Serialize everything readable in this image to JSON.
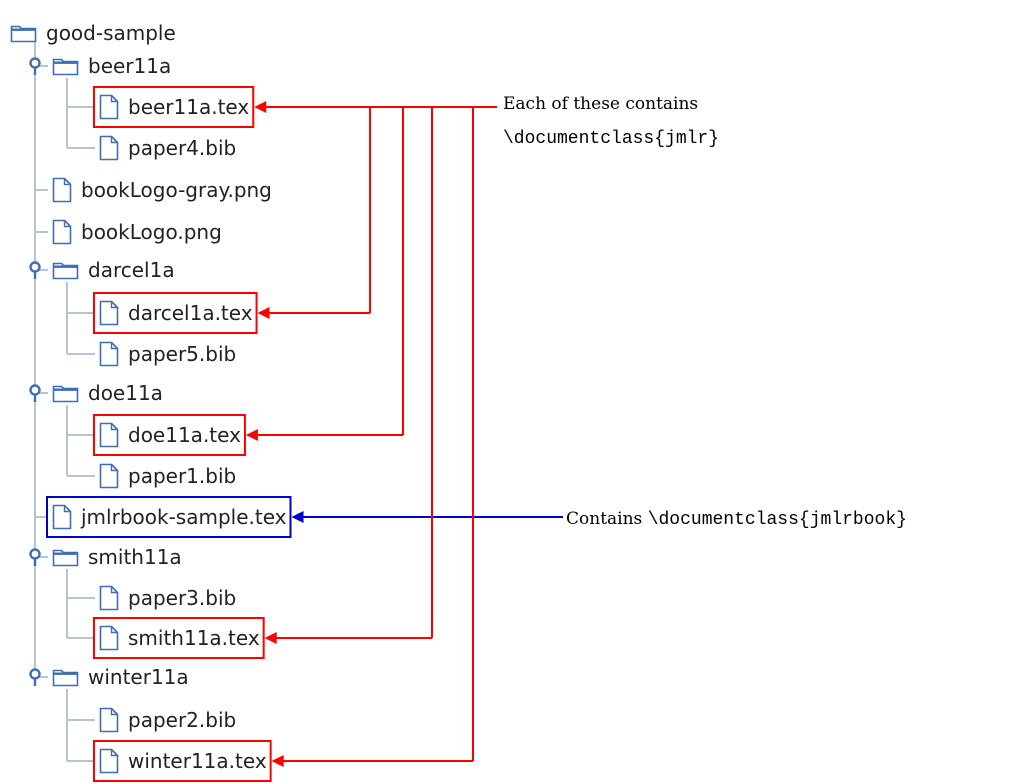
{
  "colors": {
    "tree_line": "#b7c4d4",
    "icon_stroke": "#3f6fb0",
    "highlight_red": "#ff0000",
    "highlight_blue": "#0000cc"
  },
  "tree": {
    "root": {
      "label": "good-sample",
      "icon": "folder-icon"
    },
    "items": [
      {
        "id": "beer11a",
        "label": "beer11a",
        "icon": "folder-icon",
        "expand": "expand-toggle-icon"
      },
      {
        "id": "beer11a-tex",
        "label": "beer11a.tex",
        "icon": "file-icon",
        "highlight": "red"
      },
      {
        "id": "paper4-bib",
        "label": "paper4.bib",
        "icon": "file-icon"
      },
      {
        "id": "booklogo-gray-png",
        "label": "bookLogo-gray.png",
        "icon": "file-icon"
      },
      {
        "id": "booklogo-png",
        "label": "bookLogo.png",
        "icon": "file-icon"
      },
      {
        "id": "darcel1a",
        "label": "darcel1a",
        "icon": "folder-icon",
        "expand": "expand-toggle-icon"
      },
      {
        "id": "darcel1a-tex",
        "label": "darcel1a.tex",
        "icon": "file-icon",
        "highlight": "red"
      },
      {
        "id": "paper5-bib",
        "label": "paper5.bib",
        "icon": "file-icon"
      },
      {
        "id": "doe11a",
        "label": "doe11a",
        "icon": "folder-icon",
        "expand": "expand-toggle-icon"
      },
      {
        "id": "doe11a-tex",
        "label": "doe11a.tex",
        "icon": "file-icon",
        "highlight": "red"
      },
      {
        "id": "paper1-bib",
        "label": "paper1.bib",
        "icon": "file-icon"
      },
      {
        "id": "jmlrbook-sample-tex",
        "label": "jmlrbook-sample.tex",
        "icon": "file-icon",
        "highlight": "blue"
      },
      {
        "id": "smith11a",
        "label": "smith11a",
        "icon": "folder-icon",
        "expand": "expand-toggle-icon"
      },
      {
        "id": "paper3-bib",
        "label": "paper3.bib",
        "icon": "file-icon"
      },
      {
        "id": "smith11a-tex",
        "label": "smith11a.tex",
        "icon": "file-icon",
        "highlight": "red"
      },
      {
        "id": "winter11a",
        "label": "winter11a",
        "icon": "folder-icon",
        "expand": "expand-toggle-icon"
      },
      {
        "id": "paper2-bib",
        "label": "paper2.bib",
        "icon": "file-icon"
      },
      {
        "id": "winter11a-tex",
        "label": "winter11a.tex",
        "icon": "file-icon",
        "highlight": "red"
      }
    ]
  },
  "annotations": {
    "red": {
      "line1": "Each of these contains",
      "line2": "\\documentclass{jmlr}"
    },
    "blue": {
      "prefix": "Contains",
      "code": "\\documentclass{jmlrbook}"
    }
  }
}
